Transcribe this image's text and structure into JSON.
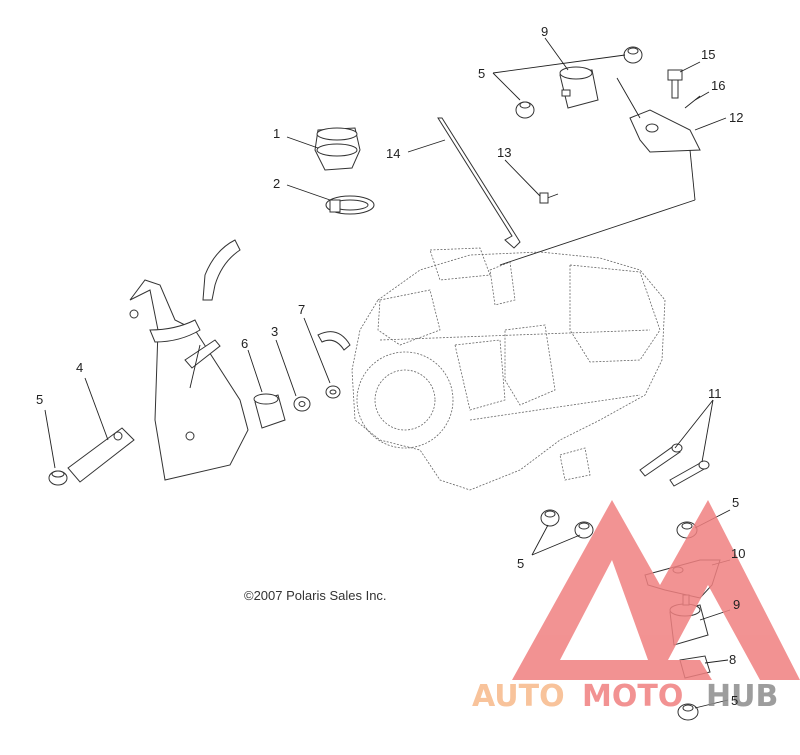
{
  "copyright": "©2007 Polaris Sales Inc.",
  "watermark": {
    "text_part1": "AUTO",
    "text_part2": "MOTO",
    "text_part3": "HUB",
    "color_orange": "#f7b98a",
    "color_red": "#f08080",
    "color_gray": "#8c8c8c"
  },
  "callouts": [
    {
      "id": "c1",
      "label": "1"
    },
    {
      "id": "c2",
      "label": "2"
    },
    {
      "id": "c3",
      "label": "3"
    },
    {
      "id": "c4",
      "label": "4"
    },
    {
      "id": "c5a",
      "label": "5"
    },
    {
      "id": "c5b",
      "label": "5"
    },
    {
      "id": "c5c",
      "label": "5"
    },
    {
      "id": "c5d",
      "label": "5"
    },
    {
      "id": "c5e",
      "label": "5"
    },
    {
      "id": "c6",
      "label": "6"
    },
    {
      "id": "c7",
      "label": "7"
    },
    {
      "id": "c8",
      "label": "8"
    },
    {
      "id": "c9a",
      "label": "9"
    },
    {
      "id": "c9b",
      "label": "9"
    },
    {
      "id": "c10",
      "label": "10"
    },
    {
      "id": "c11",
      "label": "11"
    },
    {
      "id": "c12",
      "label": "12"
    },
    {
      "id": "c13",
      "label": "13"
    },
    {
      "id": "c14",
      "label": "14"
    },
    {
      "id": "c15",
      "label": "15"
    },
    {
      "id": "c16",
      "label": "16"
    }
  ]
}
